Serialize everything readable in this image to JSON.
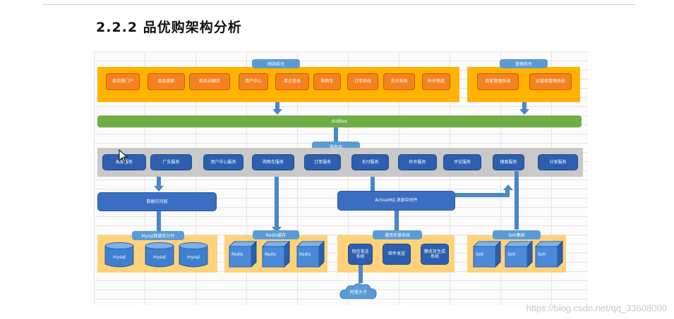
{
  "heading": "2.2.2  品优购架构分析",
  "portal": {
    "web_label": "网站前台",
    "web_items": [
      "品优购门户",
      "商品搜索",
      "商品详细页",
      "用户中心",
      "单点登录",
      "购物车",
      "订单系统",
      "支付系统",
      "秒杀频道"
    ],
    "admin_label": "管理后台",
    "admin_items": [
      "商家管理系统",
      "运营商管理系统"
    ]
  },
  "dubbo_label": "dubbox",
  "service": {
    "label": "服务层",
    "items": [
      "商家服务",
      "广告服务",
      "用户中心服务",
      "购物车服务",
      "订单服务",
      "支付服务",
      "秒杀服务",
      "评论服务",
      "搜索服务",
      "分享服务"
    ]
  },
  "middle": {
    "data_access": "数据访问层",
    "activemq": "ActiveMQ 消息中间件"
  },
  "bottom": {
    "mysql_label": "Mysql数据库分片",
    "mysql_items": [
      "mysql",
      "mysql",
      "mysql"
    ],
    "redis_label": "Redis缓存",
    "redis_items": [
      "Redis",
      "Redis",
      "Redis"
    ],
    "notify_label": "通用支撑系统",
    "notify_items": [
      "短信发送系统",
      "邮件发送",
      "静态页生成系统"
    ],
    "solr_label": "Solr集群",
    "solr_items": [
      "Solr",
      "Solr",
      "Solr"
    ],
    "cloud_label": "阿里大于"
  },
  "watermark": "https://blog.csdn.net/qq_33608000",
  "colors": {
    "orange": "#ffb300",
    "button_orange": "#f58220",
    "blue": "#3a6fc4",
    "green": "#70ad47",
    "gray": "#c9c9c9"
  }
}
